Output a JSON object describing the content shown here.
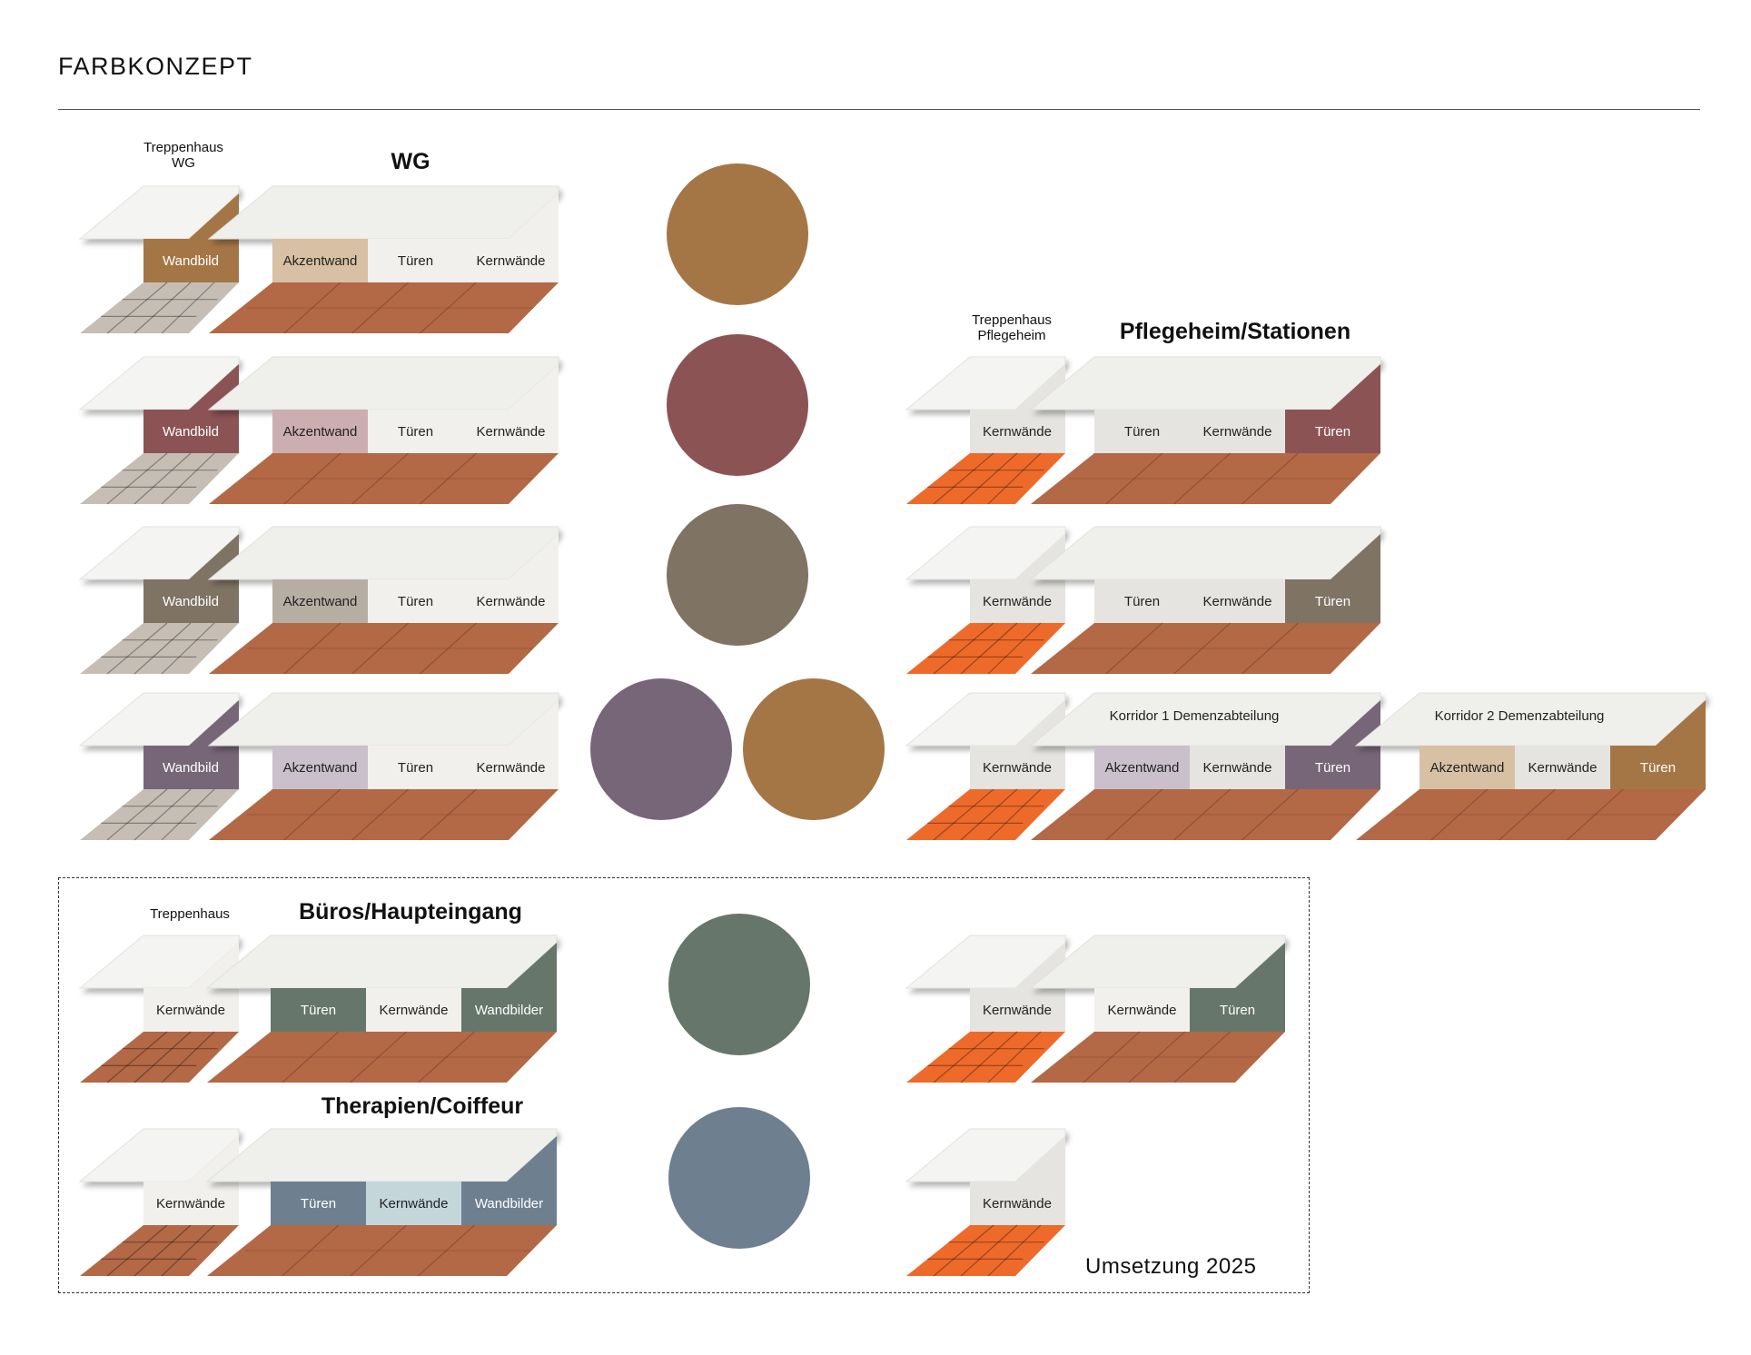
{
  "page": {
    "title": "FARBKONZEPT",
    "footer_note": "Umsetzung 2025"
  },
  "colors": {
    "ochre": "#A57645",
    "burgundy": "#8C5355",
    "taupe": "#7F7364",
    "mauve": "#776678",
    "sage": "#66766A",
    "slate": "#6E7F8F",
    "offwhite": "#F1F0EC",
    "light_gray": "#E5E4E0",
    "floor_terracotta": "#B36846",
    "floor_tile_stone": "#C6BEB5",
    "floor_tile_orange": "#EE6A2A"
  },
  "wg": {
    "heading": "WG",
    "stair_label_line1": "Treppenhaus",
    "stair_label_line2": "WG",
    "rows": [
      {
        "stair_wall": "Wandbild",
        "walls": [
          "Akzentwand",
          "Türen",
          "Kernwände"
        ],
        "swatches": [
          "ochre"
        ]
      },
      {
        "stair_wall": "Wandbild",
        "walls": [
          "Akzentwand",
          "Türen",
          "Kernwände"
        ],
        "swatches": [
          "burgundy"
        ]
      },
      {
        "stair_wall": "Wandbild",
        "walls": [
          "Akzentwand",
          "Türen",
          "Kernwände"
        ],
        "swatches": [
          "taupe"
        ]
      },
      {
        "stair_wall": "Wandbild",
        "walls": [
          "Akzentwand",
          "Türen",
          "Kernwände"
        ],
        "swatches": [
          "mauve",
          "ochre"
        ]
      }
    ]
  },
  "pflege": {
    "heading": "Pflegeheim/Stationen",
    "stair_label_line1": "Treppenhaus",
    "stair_label_line2": "Pflegeheim",
    "rows": [
      {
        "stair_wall": "Kernwände",
        "walls": [
          "Türen",
          "Kernwände",
          "Türen"
        ]
      },
      {
        "stair_wall": "Kernwände",
        "walls": [
          "Türen",
          "Kernwände",
          "Türen"
        ]
      },
      {
        "stair_wall": "Kernwände",
        "corridors": [
          {
            "label": "Korridor 1 Demenzabteilung",
            "walls": [
              "Akzentwand",
              "Kernwände",
              "Türen"
            ]
          },
          {
            "label": "Korridor 2 Demenzabteilung",
            "walls": [
              "Akzentwand",
              "Kernwände",
              "Türen"
            ]
          }
        ]
      }
    ]
  },
  "bueros": {
    "heading": "Büros/Haupteingang",
    "stair_label": "Treppenhaus",
    "stair_wall": "Kernwände",
    "walls": [
      "Türen",
      "Kernwände",
      "Wandbilder"
    ],
    "right_stair_wall": "Kernwände",
    "right_walls": [
      "Kernwände",
      "Türen"
    ],
    "swatch": "sage"
  },
  "therapien": {
    "heading": "Therapien/Coiffeur",
    "stair_wall": "Kernwände",
    "walls": [
      "Türen",
      "Kernwände",
      "Wandbilder"
    ],
    "right_stair_wall": "Kernwände",
    "swatch": "slate"
  }
}
